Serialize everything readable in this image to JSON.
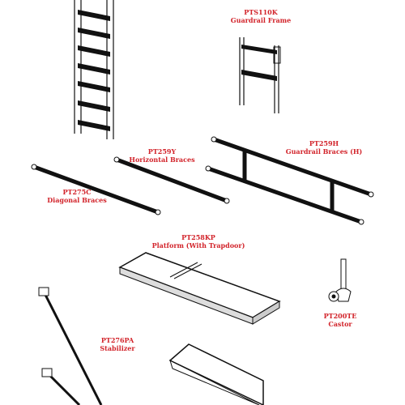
{
  "parts": [
    {
      "code": "PTS110K",
      "name": "Guardrail Frame"
    },
    {
      "code": "PT259H",
      "name": "Guardrail Braces (H)"
    },
    {
      "code": "PT259Y",
      "name": "Horizontal Braces"
    },
    {
      "code": "PT275C",
      "name": "Diagonal Braces"
    },
    {
      "code": "PT258KP",
      "name": "Platform (With Trapdoor)"
    },
    {
      "code": "PT200TE",
      "name": "Castor"
    },
    {
      "code": "PT276PA",
      "name": "Stabilizer"
    }
  ],
  "colors": {
    "label": "#d2232a",
    "line": "#111111",
    "background": "#ffffff"
  }
}
